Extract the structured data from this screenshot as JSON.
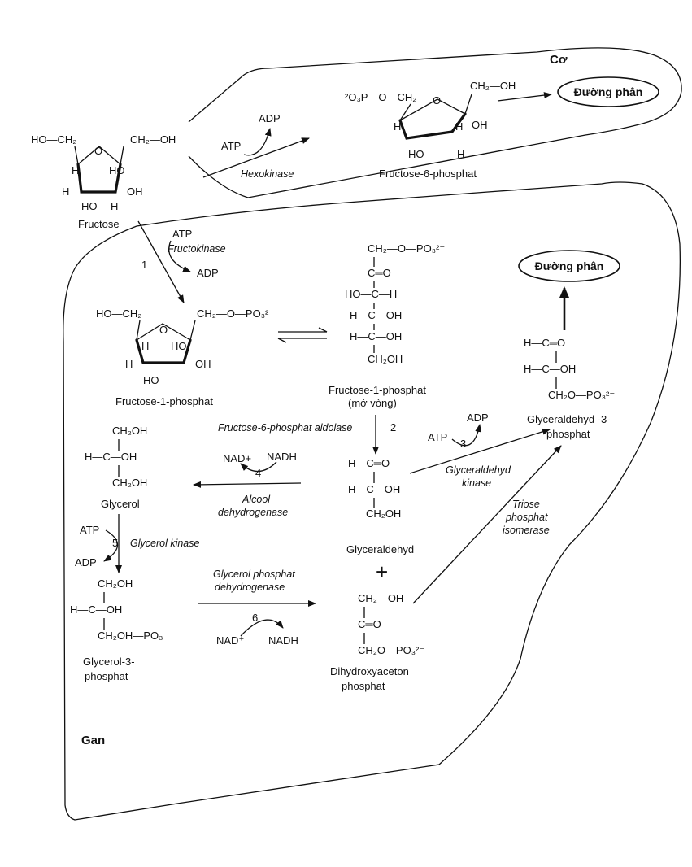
{
  "regions": {
    "muscle": "Cơ",
    "liver": "Gan"
  },
  "glycolysis": {
    "muscle": "Đường phân",
    "liver": "Đường phân"
  },
  "fructose": {
    "name": "Fructose",
    "left_group": "HO—CH₂",
    "right_group": "CH₂—OH",
    "h_left": "H",
    "h_bottom_left": "H",
    "ho_inner": "HO",
    "oh_right": "OH",
    "ho_bottom": "HO",
    "h_bottom_right": "H",
    "ring_o": "O"
  },
  "muscle_path": {
    "atp": "ATP",
    "adp": "ADP",
    "enzyme": "Hexokinase",
    "product": {
      "name": "Fructose-6-phosphat",
      "left_group": "²O₃P—O—CH₂",
      "right_group": "CH₂—OH",
      "oh": "OH",
      "h1": "H",
      "h2": "H",
      "ho": "HO",
      "h3": "H",
      "ring_o": "O"
    }
  },
  "step1": {
    "number": "1",
    "atp": "ATP",
    "enzyme": "Fructokinase",
    "adp": "ADP"
  },
  "f1p_ring": {
    "name": "Fructose-1-phosphat",
    "left_group": "HO—CH₂",
    "right_group": "CH₂—O—PO₃²⁻",
    "h1": "H",
    "ho": "HO",
    "oh": "OH",
    "ho2": "HO",
    "h2": "H",
    "ring_o": "O"
  },
  "f1p_open": {
    "name": "Fructose-1-phosphat",
    "note": "(mở vòng)",
    "rows": [
      "CH₂—O—PO₃²⁻",
      "C═O",
      "HO—C—H",
      "H—C—OH",
      "H—C—OH",
      "CH₂OH"
    ]
  },
  "step2": {
    "number": "2",
    "enzyme": "Fructose-6-phosphat aldolase"
  },
  "glyceraldehyde": {
    "name": "Glyceraldehyd",
    "rows": [
      "H—C═O",
      "H—C—OH",
      "CH₂OH"
    ]
  },
  "plus": "+",
  "dhap": {
    "name": "Dihydroxyaceton",
    "name2": "phosphat",
    "rows": [
      "CH₂—OH",
      "C═O",
      "CH₂O—PO₃²⁻"
    ]
  },
  "step3": {
    "number": "3",
    "atp": "ATP",
    "adp": "ADP",
    "enzyme": "Glyceraldehyd",
    "enzyme2": "kinase"
  },
  "g3p": {
    "name": "Glyceraldehyd -3-",
    "name2": "phosphat",
    "rows": [
      "H—C═O",
      "H—C—OH",
      "CH₂O—PO₃²⁻"
    ]
  },
  "triose": {
    "line1": "Triose",
    "line2": "phosphat",
    "line3": "isomerase"
  },
  "step4": {
    "number": "4",
    "nad": "NAD+",
    "nadh": "NADH",
    "enzyme": "Alcool",
    "enzyme2": "dehydrogenase"
  },
  "glycerol": {
    "name": "Glycerol",
    "rows": [
      "CH₂OH",
      "H—C—OH",
      "CH₂OH"
    ]
  },
  "step5": {
    "number": "5",
    "atp": "ATP",
    "adp": "ADP",
    "enzyme": "Glycerol kinase"
  },
  "glycerol3p": {
    "name": "Glycerol-3-",
    "name2": "phosphat",
    "rows": [
      "CH₂OH",
      "H—C—OH",
      "CH₂OH—PO₃"
    ]
  },
  "step6": {
    "number": "6",
    "enzyme": "Glycerol phosphat",
    "enzyme2": "dehydrogenase",
    "nad": "NAD⁺",
    "nadh": "NADH"
  }
}
